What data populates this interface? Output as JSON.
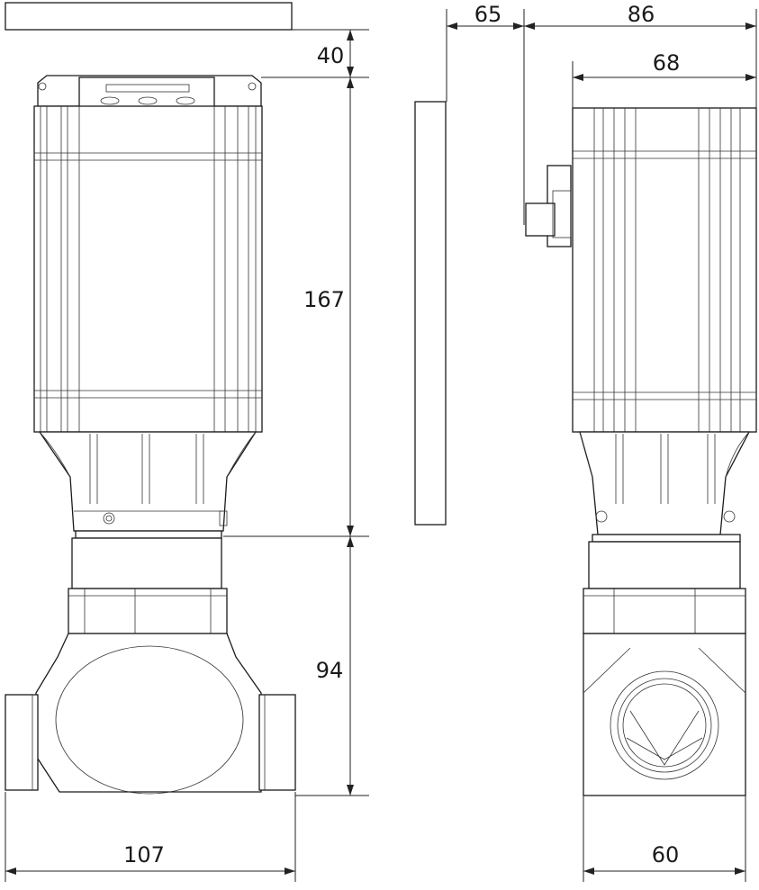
{
  "dimensions": {
    "d65": "65",
    "d86": "86",
    "d40": "40",
    "d68": "68",
    "d167": "167",
    "d94": "94",
    "d107": "107",
    "d60": "60"
  }
}
